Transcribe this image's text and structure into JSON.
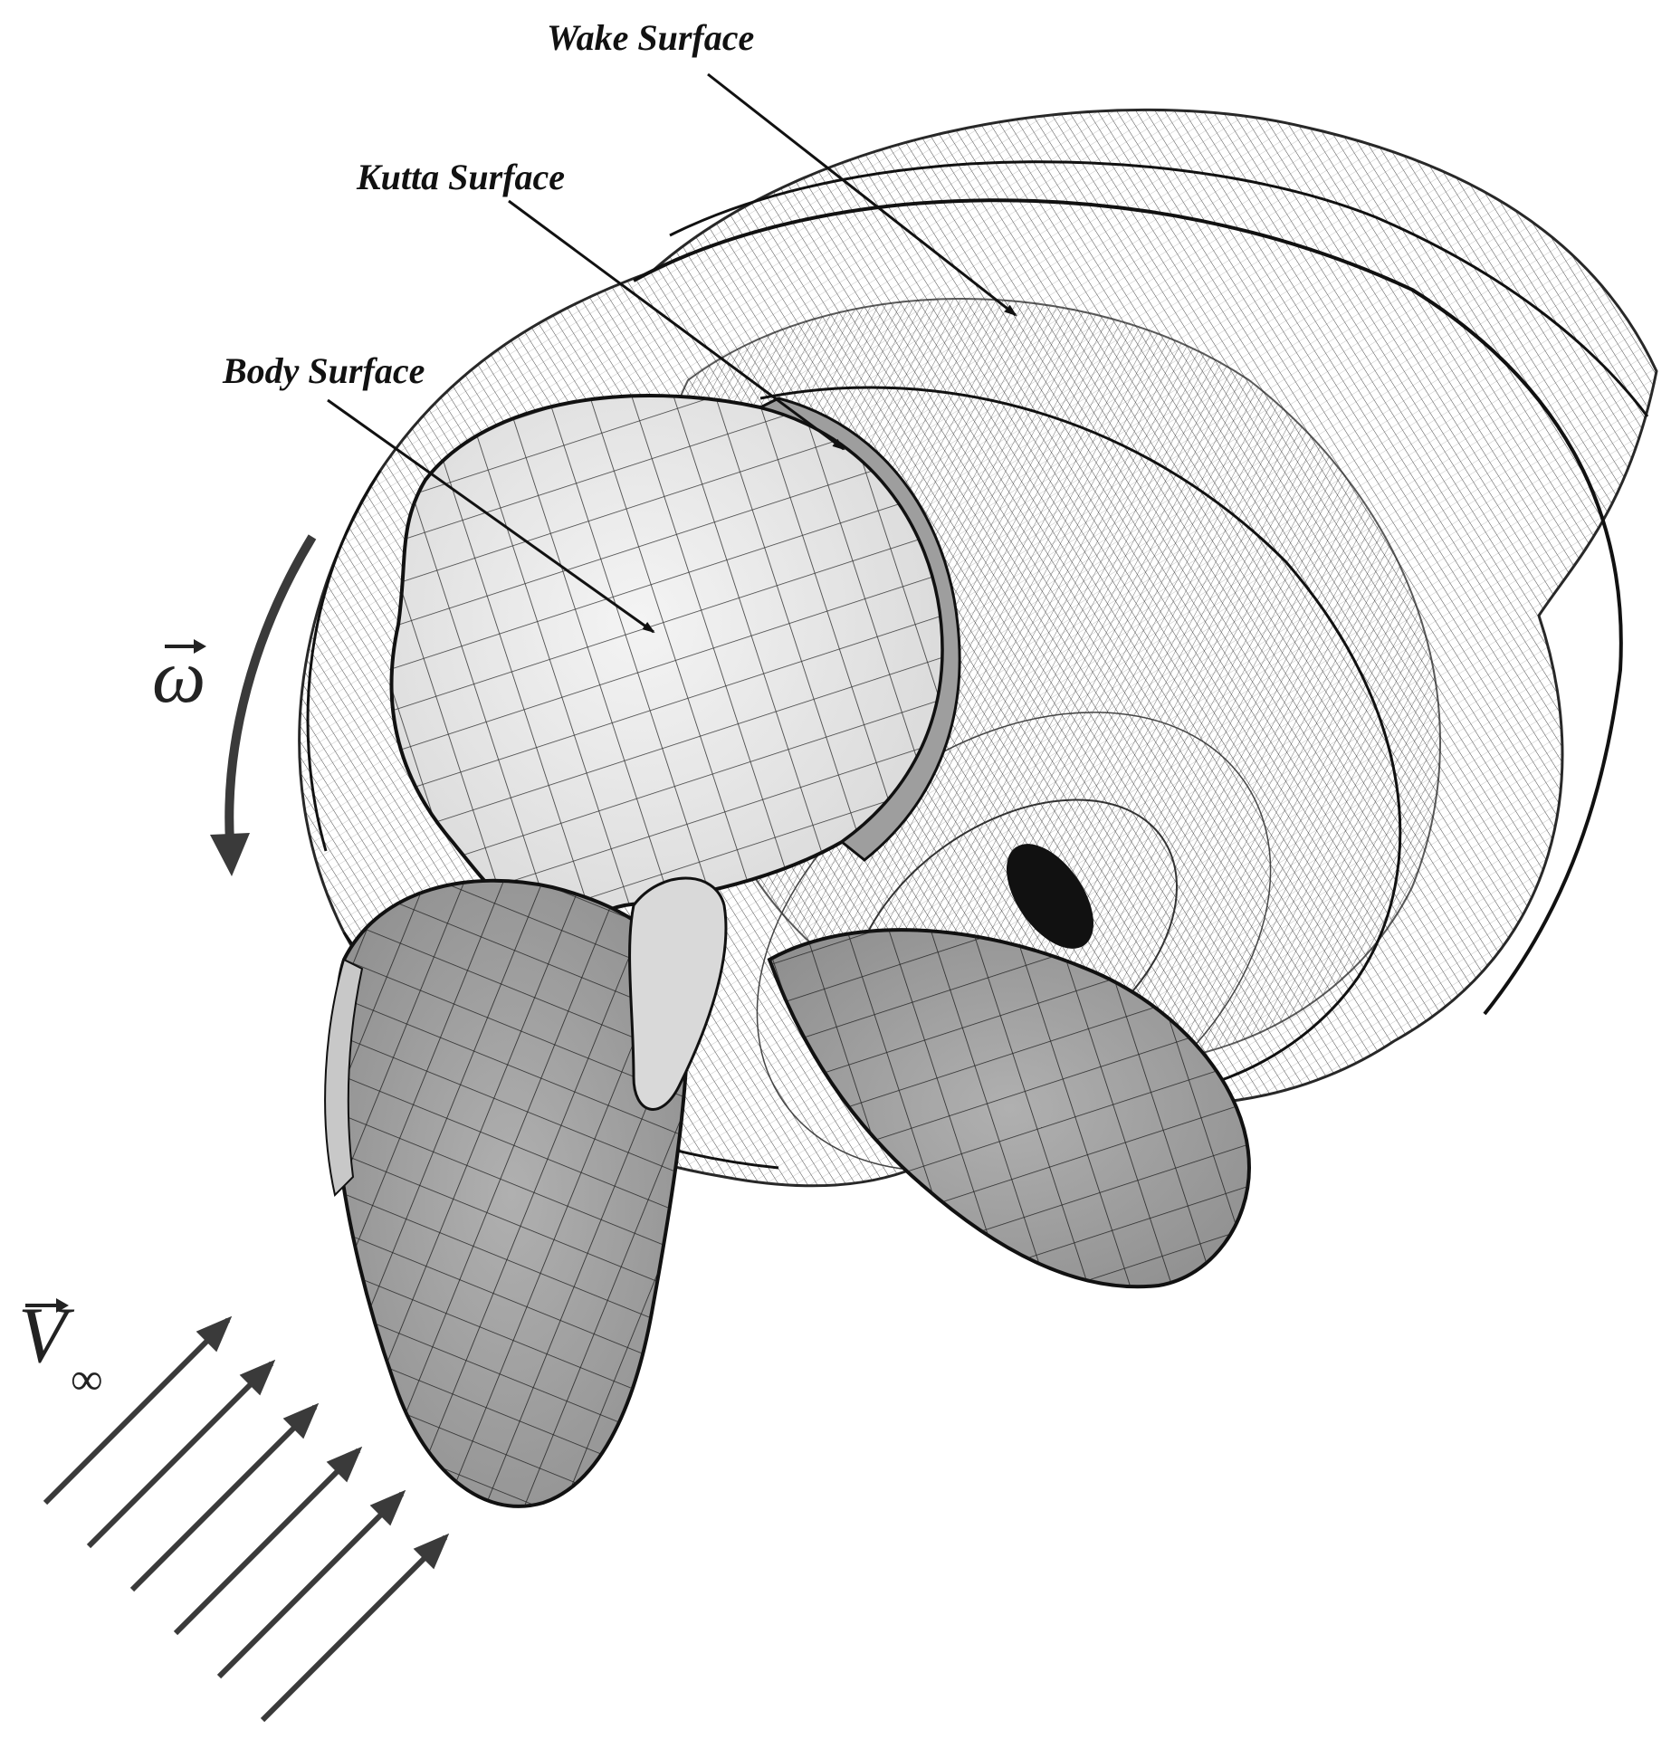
{
  "labels": {
    "wake": "Wake Surface",
    "kutta": "Kutta Surface",
    "body": "Body Surface"
  },
  "symbols": {
    "omega": "ω",
    "velocity": "V",
    "infinity": "∞"
  },
  "colors": {
    "ink": "#111111",
    "mesh": "#333333",
    "blade_light": "#e6e6e6",
    "blade_dark": "#9a9a9a",
    "arrow": "#3a3a3a"
  }
}
